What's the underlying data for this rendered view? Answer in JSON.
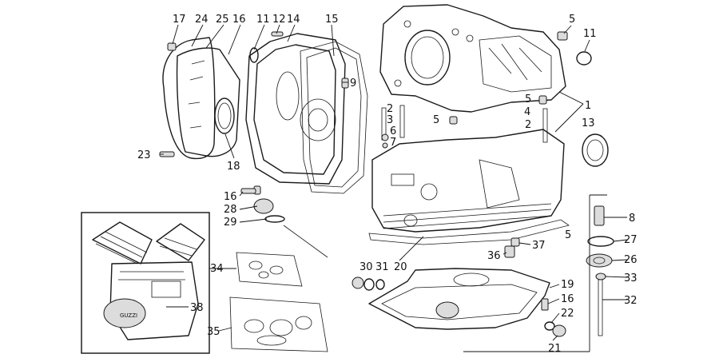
{
  "diagram": {
    "labels": [
      {
        "id": "c17",
        "text": "17"
      },
      {
        "id": "c24",
        "text": "24"
      },
      {
        "id": "c25",
        "text": "25"
      },
      {
        "id": "c16a",
        "text": "16"
      },
      {
        "id": "c11a",
        "text": "11"
      },
      {
        "id": "c12",
        "text": "12"
      },
      {
        "id": "c14",
        "text": "14"
      },
      {
        "id": "c15",
        "text": "15"
      },
      {
        "id": "c5a",
        "text": "5"
      },
      {
        "id": "c11b",
        "text": "11"
      },
      {
        "id": "c1",
        "text": "1"
      },
      {
        "id": "c2a",
        "text": "2"
      },
      {
        "id": "c3",
        "text": "3"
      },
      {
        "id": "c4",
        "text": "4"
      },
      {
        "id": "c5b",
        "text": "5"
      },
      {
        "id": "c6",
        "text": "6"
      },
      {
        "id": "c7",
        "text": "7"
      },
      {
        "id": "c5c",
        "text": "5"
      },
      {
        "id": "c2b",
        "text": "2"
      },
      {
        "id": "c13",
        "text": "13"
      },
      {
        "id": "c23",
        "text": "23"
      },
      {
        "id": "c18",
        "text": "18"
      },
      {
        "id": "c9",
        "text": "9"
      },
      {
        "id": "c16b",
        "text": "16"
      },
      {
        "id": "c28",
        "text": "28"
      },
      {
        "id": "c29",
        "text": "29"
      },
      {
        "id": "c8",
        "text": "8"
      },
      {
        "id": "c5d",
        "text": "5"
      },
      {
        "id": "c27",
        "text": "27"
      },
      {
        "id": "c37",
        "text": "37"
      },
      {
        "id": "c36",
        "text": "36"
      },
      {
        "id": "c26",
        "text": "26"
      },
      {
        "id": "c34",
        "text": "34"
      },
      {
        "id": "c30",
        "text": "30"
      },
      {
        "id": "c31",
        "text": "31"
      },
      {
        "id": "c20",
        "text": "20"
      },
      {
        "id": "c33",
        "text": "33"
      },
      {
        "id": "c19",
        "text": "19"
      },
      {
        "id": "c16c",
        "text": "16"
      },
      {
        "id": "c32",
        "text": "32"
      },
      {
        "id": "c38",
        "text": "38"
      },
      {
        "id": "c22",
        "text": "22"
      },
      {
        "id": "c35",
        "text": "35"
      },
      {
        "id": "c21",
        "text": "21"
      }
    ],
    "engine_badge": "GUZZI"
  }
}
